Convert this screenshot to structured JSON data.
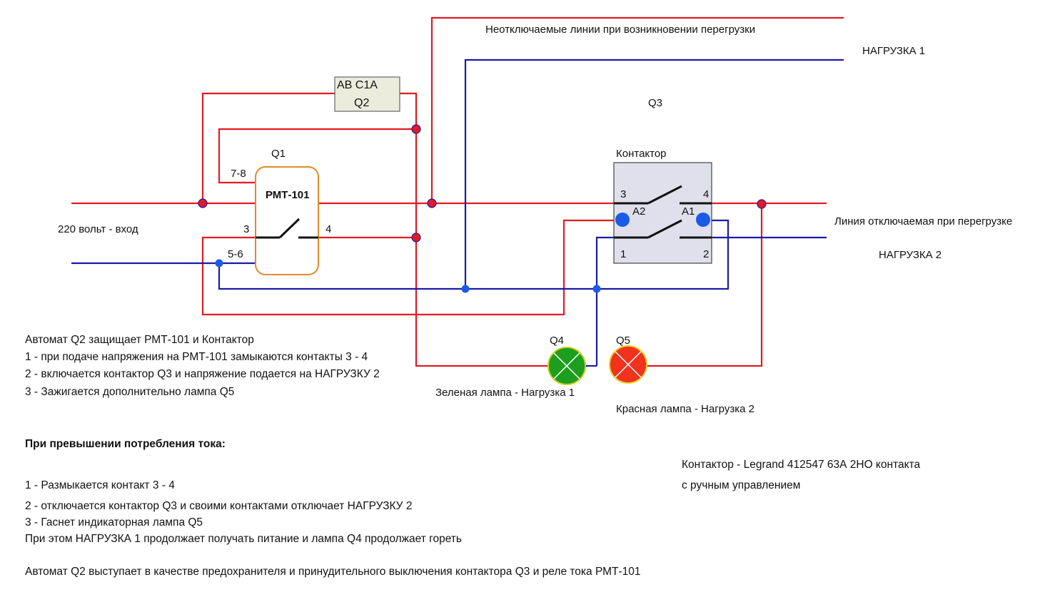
{
  "labels": {
    "top_line": "Неотключаемые линии при возникновении перегрузки",
    "load1": "НАГРУЗКА 1",
    "load2": "НАГРУЗКА 2",
    "switchable_line": "Линия отключаемая при перегрузке",
    "input": "220 вольт - вход",
    "q1": "Q1",
    "q3": "Q3",
    "q4": "Q4",
    "q5": "Q5",
    "green_lamp": "Зеленая лампа - Нагрузка 1",
    "red_lamp": "Красная лампа - Нагрузка 2"
  },
  "breaker": {
    "line1": "АВ С1А",
    "line2": "Q2"
  },
  "relay": {
    "name": "РМТ-101",
    "pin_78": "7-8",
    "pin_3": "3",
    "pin_4": "4",
    "pin_56": "5-6"
  },
  "contactor": {
    "title": "Контактор",
    "pin_3": "3",
    "pin_4": "4",
    "pin_1": "1",
    "pin_2": "2",
    "a1": "A1",
    "a2": "A2"
  },
  "notes": {
    "n1": "Автомат Q2 защищает РМТ-101 и Контактор",
    "n2": "1 - при подаче напряжения на РМТ-101 замыкаются контакты 3 - 4",
    "n3": "2 - включается контактор Q3 и напряжение подается на НАГРУЗКУ 2",
    "n4": "3 - Зажигается дополнительно  лампа Q5",
    "heading": "При превышении потребления тока:",
    "o1": "1 - Размыкается контакт 3 - 4",
    "o2": "2 - отключается контактор Q3 и своими контактами отключает НАГРУЗКУ 2",
    "o3": "3 - Гаснет индикаторная лампа Q5",
    "o4": "При этом НАГРУЗКА 1 продолжает получать питание и лампа Q4 продолжает гореть",
    "final": "Автомат Q2 выступает в качестве предохранителя и принудительного выключения контактора Q3 и реле тока РМТ-101",
    "spec1": "Контактор - Legrand 412547 63А 2НО контакта",
    "spec2": "с ручным управлением"
  },
  "colors": {
    "phase": "#e01b24",
    "neutral": "#1a1aa6",
    "lamp_green": "#1e9e1e",
    "lamp_red": "#f0321e",
    "relay_border": "#e08a2a"
  }
}
